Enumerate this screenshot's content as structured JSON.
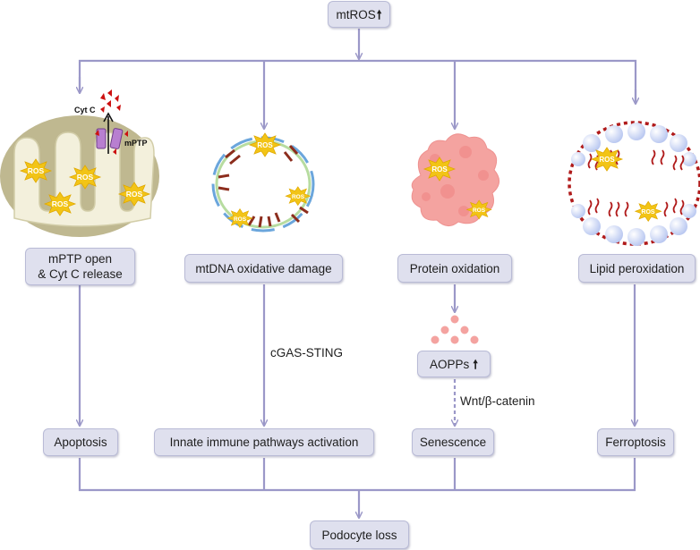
{
  "nodes": {
    "top": "mtROS",
    "mptp": "mPTP open\n& Cyt C release",
    "mtdna": "mtDNA oxidative damage",
    "protein": "Protein oxidation",
    "lipid": "Lipid peroxidation",
    "aopps": "AOPPs",
    "apoptosis": "Apoptosis",
    "innate": "Innate immune pathways activation",
    "senescence": "Senescence",
    "ferroptosis": "Ferroptosis",
    "bottom": "Podocyte loss"
  },
  "edge_labels": {
    "cgas": "cGAS-STING",
    "wnt": "Wnt/β-catenin"
  },
  "illustration_labels": {
    "ros": "ROS",
    "cytc": "Cyt C",
    "mptp": "mPTP"
  },
  "colors": {
    "box_fill": "#dfe0ee",
    "arrow": "#9b98c8",
    "mito_outer": "#bfb890",
    "ros_star": "#f2c416",
    "protein": "#f4a3a0",
    "membrane_dash": "#b01a1a"
  }
}
